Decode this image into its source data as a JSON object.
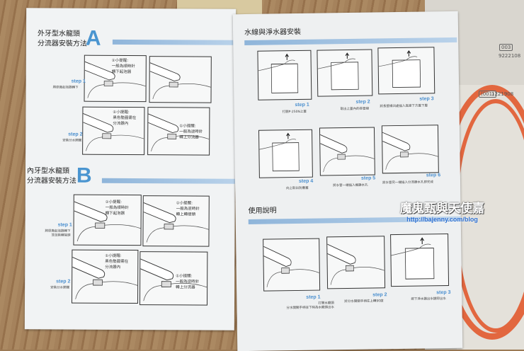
{
  "left_page": {
    "section_a": {
      "title": "外牙型水龍頭\n分流器安裝方法",
      "letter": "A",
      "notes": [
        "①小提醒:\n一般為順時針\n轉下起泡器",
        "①小提醒:\n黑色墊圈需在\n分流器內",
        "①小提醒:\n一般為逆時針\n轉上分流器"
      ],
      "steps": [
        {
          "label": "step 1",
          "caption": "將原廠起泡器轉下"
        },
        {
          "label": "step 2",
          "caption": "安裝分水開關"
        }
      ]
    },
    "section_b": {
      "title": "內牙型水龍頭\n分流器安裝方法",
      "letter": "B",
      "notes": [
        "①小提醒:\n一般為順時針\n轉下起泡器",
        "①小提醒:\n一般為逆時針\n轉上轉接頭",
        "①小提醒:\n黑色墊圈需在\n分流器內",
        "①小提醒:\n一般為逆時針\n轉上分流器"
      ],
      "steps": [
        {
          "label": "step 1",
          "caption": "將原廠起泡器轉下\n並加裝轉接頭"
        },
        {
          "label": "step 2",
          "caption": "安裝分水開關"
        }
      ]
    }
  },
  "right_page": {
    "install": {
      "title": "水線與淨水器安裝",
      "steps": [
        {
          "label": "step 1",
          "caption": "打開P-250N上蓋"
        },
        {
          "label": "step 2",
          "caption": "取出上蓋內的長管線"
        },
        {
          "label": "step 3",
          "caption": "將長管線凹處插入底座下方蓋下層"
        },
        {
          "label": "step 4",
          "caption": "向上取出防塵塞"
        },
        {
          "label": "step 5",
          "caption": "將水管一端插入機器水孔"
        },
        {
          "label": "step 6",
          "caption": "將水管另一端插入分流器水孔即完成"
        }
      ]
    },
    "usage": {
      "title": "使用說明",
      "steps": [
        {
          "label": "step 1",
          "caption": "打開水龍頭\n分水開關手柄往下時為水龍頭出水"
        },
        {
          "label": "step 2",
          "caption": "將分水開關手柄往上轉90度"
        },
        {
          "label": "step 3",
          "caption": "按下淨水器出水鍵即出水"
        }
      ]
    }
  },
  "bag_labels": {
    "tag1": "003",
    "tag1_num": "9222108",
    "tag2": "(001)",
    "tag2_num": "1221908"
  },
  "watermark": {
    "name": "魔鬼甄與天使嘉",
    "url": "http://bajenny.com/blog"
  }
}
